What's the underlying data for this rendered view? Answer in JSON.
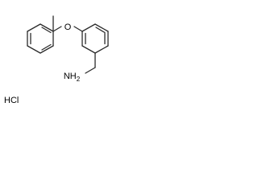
{
  "molecule": {
    "atoms": {
      "oxygen": "O",
      "amine_n": "NH",
      "amine_h_count": "2",
      "salt": "HCl"
    }
  },
  "colors": {
    "bond": "#2b2b2b",
    "oxygen": "#ff0d0d",
    "nitrogen": "#3050f8",
    "text": "#000000"
  }
}
